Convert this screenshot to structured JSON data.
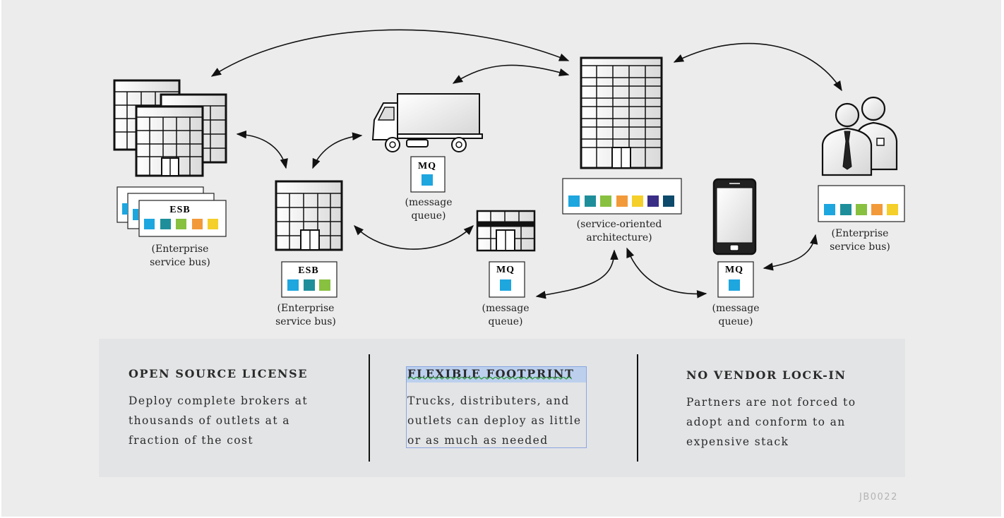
{
  "diagram": {
    "nodes": [
      {
        "id": "partner-campus",
        "caption": "(Enterprise\nservice bus)",
        "badge": "ESB",
        "colors": [
          "#1ea6df",
          "#1e8f9a",
          "#88c040",
          "#f29a3a",
          "#f5cf2a"
        ]
      },
      {
        "id": "distributor",
        "caption": "(Enterprise\nservice bus)",
        "badge": "ESB",
        "colors": [
          "#1ea6df",
          "#1e8f9a",
          "#88c040"
        ]
      },
      {
        "id": "truck",
        "caption": "(message\nqueue)",
        "badge": "MQ",
        "colors": [
          "#1ea6df"
        ]
      },
      {
        "id": "outlet",
        "caption": "(message\nqueue)",
        "badge": "MQ",
        "colors": [
          "#1ea6df"
        ]
      },
      {
        "id": "headquarters",
        "caption": "(service-oriented\narchitecture)",
        "badge": "",
        "colors": [
          "#1ea6df",
          "#1e8f9a",
          "#88c040",
          "#f29a3a",
          "#f5cf2a",
          "#3a2d86",
          "#0d4a6b"
        ]
      },
      {
        "id": "mobile",
        "caption": "(message\nqueue)",
        "badge": "MQ",
        "colors": [
          "#1ea6df"
        ]
      },
      {
        "id": "partners",
        "caption": "(Enterprise\nservice bus)",
        "badge": "",
        "colors": [
          "#1ea6df",
          "#1e8f9a",
          "#88c040",
          "#f29a3a",
          "#f5cf2a"
        ]
      }
    ]
  },
  "features": [
    {
      "title": "OPEN SOURCE LICENSE",
      "text": "Deploy complete brokers at\nthousands of outlets at a\nfraction of the cost"
    },
    {
      "title": "FLEXIBLE  FOOTPRINT",
      "text": "Trucks, distributers, and\noutlets can deploy as little\nor as much as needed"
    },
    {
      "title": "NO  VENDOR  LOCK-IN",
      "text": "Partners are not forced to\nadopt and conform to an\nexpensive stack"
    }
  ],
  "corner_id": "JB0022",
  "colors": {
    "background": "#ececec",
    "panel": "#e3e4e6",
    "selection": "#8aa6df"
  }
}
